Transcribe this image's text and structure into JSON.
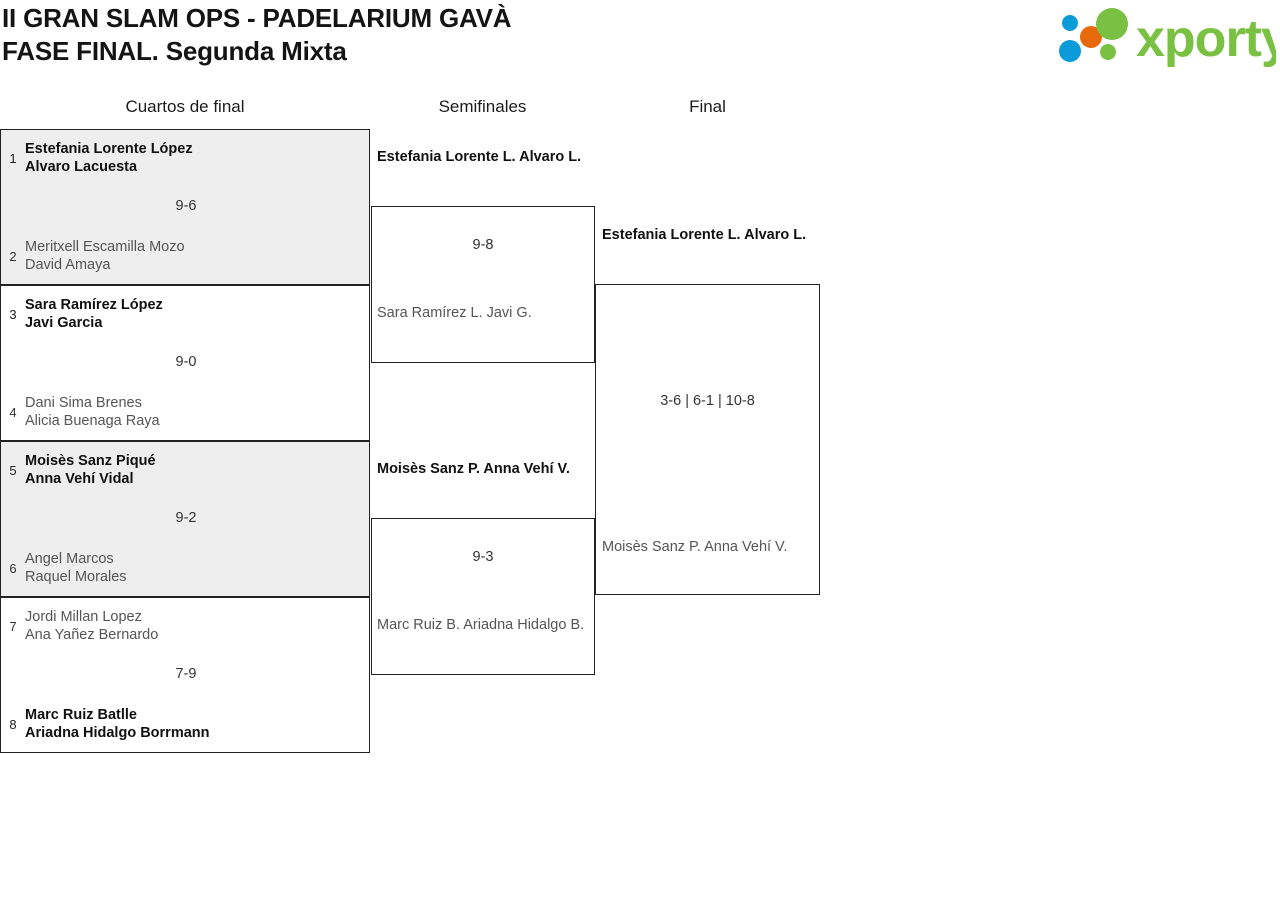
{
  "header": {
    "title_line1": "II GRAN SLAM OPS - PADELARIUM GAVÀ",
    "title_line2": "FASE FINAL. Segunda Mixta",
    "logo_text": "xporty",
    "logo_colors": {
      "green": "#7ac143",
      "blue": "#0b9bd9",
      "orange": "#e8690b"
    }
  },
  "rounds": [
    {
      "name": "Cuartos de final"
    },
    {
      "name": "Semifinales"
    },
    {
      "name": "Final"
    }
  ],
  "quarterfinals": [
    {
      "shaded": true,
      "top": {
        "seed": "1",
        "player1": "Estefania Lorente López",
        "player2": "Alvaro Lacuesta",
        "result": "winner"
      },
      "bottom": {
        "seed": "2",
        "player1": "Meritxell Escamilla Mozo",
        "player2": "David Amaya",
        "result": "loser"
      },
      "score": "9-6"
    },
    {
      "shaded": false,
      "top": {
        "seed": "3",
        "player1": "Sara Ramírez López",
        "player2": "Javi Garcia",
        "result": "winner"
      },
      "bottom": {
        "seed": "4",
        "player1": "Dani Sima Brenes",
        "player2": "Alicia Buenaga Raya",
        "result": "loser"
      },
      "score": "9-0"
    },
    {
      "shaded": true,
      "top": {
        "seed": "5",
        "player1": "Moisès Sanz Piqué",
        "player2": "Anna Vehí Vidal",
        "result": "winner"
      },
      "bottom": {
        "seed": "6",
        "player1": "Angel Marcos",
        "player2": "Raquel Morales",
        "result": "loser"
      },
      "score": "9-2"
    },
    {
      "shaded": false,
      "top": {
        "seed": "7",
        "player1": "Jordi Millan Lopez",
        "player2": "Ana Yañez Bernardo",
        "result": "loser"
      },
      "bottom": {
        "seed": "8",
        "player1": "Marc Ruiz Batlle",
        "player2": "Ariadna Hidalgo Borrmann",
        "result": "winner"
      },
      "score": "7-9"
    }
  ],
  "semifinals": [
    {
      "top": {
        "player1": "Estefania Lorente L.",
        "player2": "Alvaro L.",
        "result": "winner"
      },
      "bottom": {
        "player1": "Sara Ramírez L.",
        "player2": "Javi G.",
        "result": "loser"
      },
      "score": "9-8"
    },
    {
      "top": {
        "player1": "Moisès Sanz P.",
        "player2": "Anna Vehí V.",
        "result": "winner"
      },
      "bottom": {
        "player1": "Marc Ruiz B.",
        "player2": "Ariadna Hidalgo B.",
        "result": "loser"
      },
      "score": "9-3"
    }
  ],
  "final": [
    {
      "top": {
        "player1": "Estefania Lorente L.",
        "player2": "Alvaro L.",
        "result": "winner"
      },
      "bottom": {
        "player1": "Moisès Sanz P.",
        "player2": "Anna Vehí V.",
        "result": "loser"
      },
      "score": "3-6 | 6-1 | 10-8"
    }
  ]
}
